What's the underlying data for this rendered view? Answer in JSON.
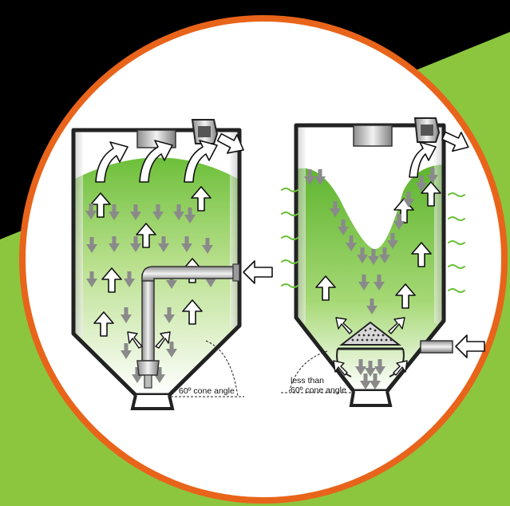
{
  "colors": {
    "background_dark": "#000000",
    "background_green": "#8cc63f",
    "circle_border": "#e8641a",
    "circle_fill": "#ffffff",
    "fill_green": "#74c043",
    "arrow_gray": "#8a8a8a",
    "silo_outline": "#222222"
  },
  "left_silo": {
    "cone_label": "60º cone angle"
  },
  "right_silo": {
    "cone_label_line1": "less than",
    "cone_label_line2": "60º cone angle"
  },
  "icons": {
    "up_arrow": "hollow-up-arrow-icon",
    "down_arrow": "gray-down-arrow-icon",
    "inlet_arrow": "hollow-inlet-arrow-icon",
    "vibration": "wavy-vibration-line-icon"
  }
}
